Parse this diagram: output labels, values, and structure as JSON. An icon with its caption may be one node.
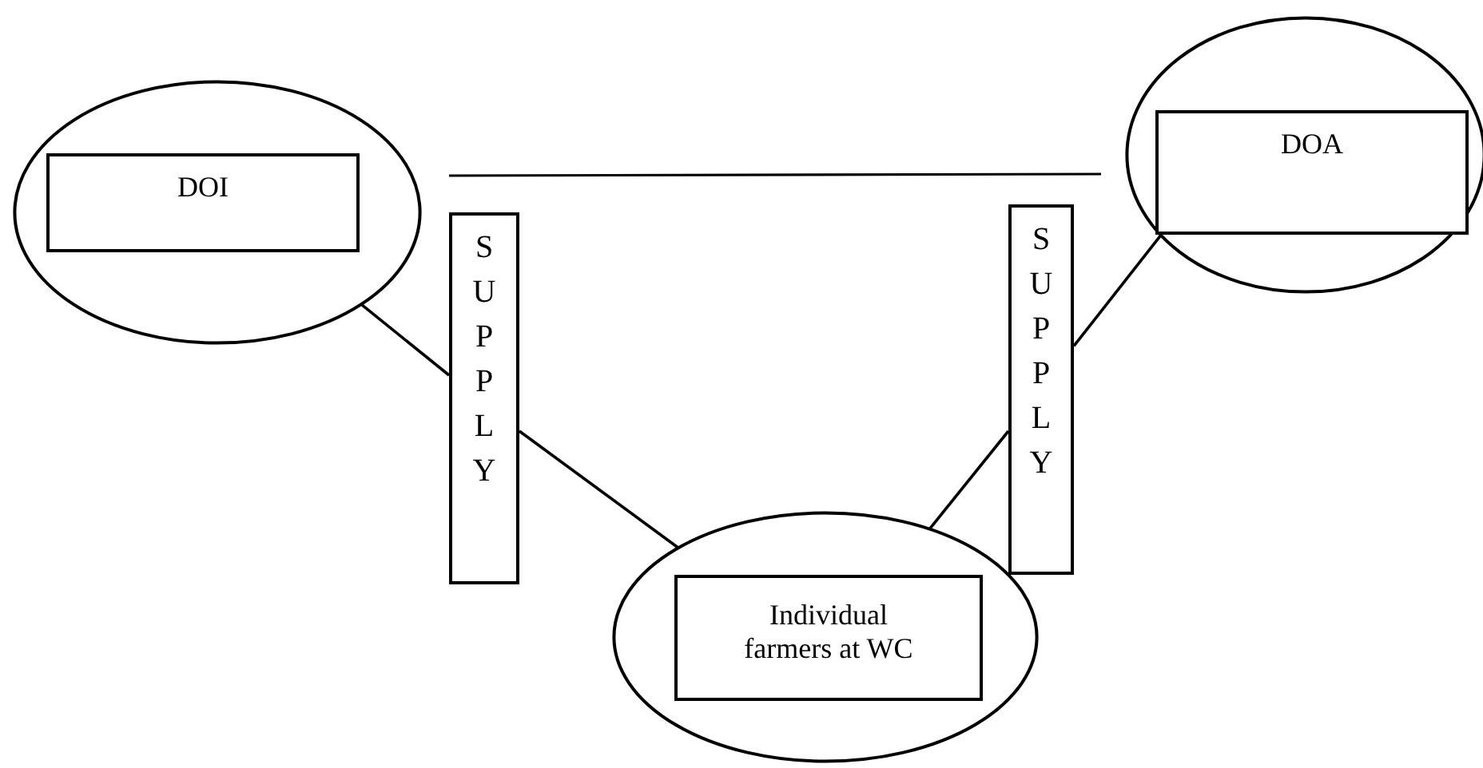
{
  "diagram": {
    "nodes": [
      {
        "text": [],
        "shape": "circle"
      },
      {
        "text": [
          "DOI"
        ],
        "in": 0
      },
      {
        "text": [
          "SUPPLY"
        ]
      },
      {
        "text": [],
        "shape": "circle"
      },
      {
        "text": [
          "Individual farmers at WC"
        ],
        "in": 3
      },
      {
        "text": [
          "SUPPLY"
        ]
      },
      {
        "text": [],
        "shape": "circle"
      },
      {
        "text": [
          "DOA"
        ],
        "in": 6
      }
    ],
    "edges": [
      {
        "from": 0,
        "to": 2,
        "arrow": "none"
      },
      {
        "from": 2,
        "to": 3,
        "arrow": "none"
      },
      {
        "from": 5,
        "to": 3,
        "arrow": "none"
      },
      {
        "from": 6,
        "to": 5,
        "arrow": "none"
      }
    ]
  }
}
